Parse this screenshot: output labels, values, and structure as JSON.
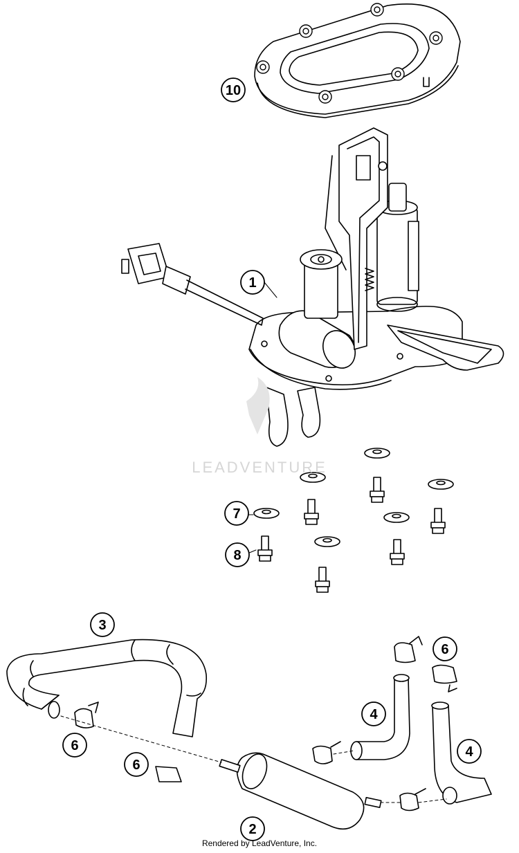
{
  "callouts": {
    "c1": "1",
    "c2": "2",
    "c3": "3",
    "c4a": "4",
    "c4b": "4",
    "c6a": "6",
    "c6b": "6",
    "c6c": "6",
    "c7": "7",
    "c8": "8",
    "c10": "10"
  },
  "watermark": "LEADVENTURE",
  "credit": "Rendered by LeadVenture, Inc."
}
